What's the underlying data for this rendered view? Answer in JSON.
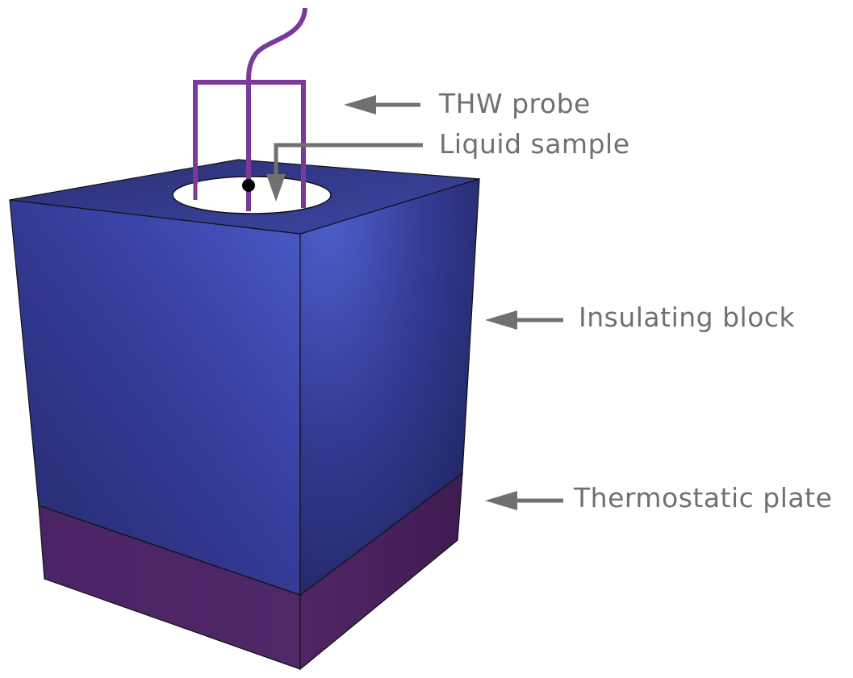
{
  "labels": {
    "probe": "THW probe",
    "sample": "Liquid sample",
    "block": "Insulating block",
    "plate": "Thermostatic plate"
  },
  "colors": {
    "background": "#ffffff",
    "label_text": "#707070",
    "arrow": "#707070",
    "probe": "#7b3a9a",
    "block_front_light": "#4655c4",
    "block_front_dark": "#262a6a",
    "block_top": "#2d3278",
    "plate_front": "#4a2262",
    "plate_side": "#4e2462",
    "hole": "#ffffff",
    "edge": "#111111"
  },
  "icons": {
    "arrow": "left-pointing-arrow",
    "probe_junction": "black-dot"
  }
}
